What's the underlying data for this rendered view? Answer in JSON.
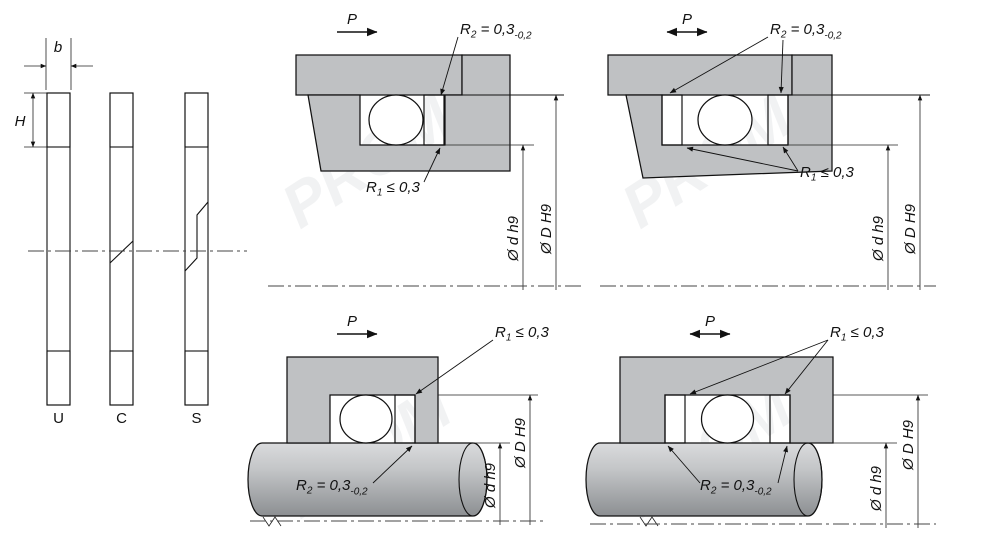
{
  "left_panel": {
    "dim_b": "b",
    "dim_h": "H",
    "rings": [
      "U",
      "C",
      "S"
    ]
  },
  "labels": {
    "pressure": "P"
  },
  "callouts": {
    "r1": {
      "base": "R",
      "sub": "1",
      "rest": " ≤ 0,3"
    },
    "r2": {
      "base": "R",
      "sub": "2",
      "rest": " = 0,3",
      "tol": "-0,2"
    }
  },
  "dims": {
    "d": "Ø d h9",
    "D": "Ø D H9"
  },
  "watermark": {
    "text": "PROM"
  },
  "colors": {
    "metal": "#bfc1c3",
    "line": "#1a1a1a",
    "ring_fill": "#ffffff"
  }
}
